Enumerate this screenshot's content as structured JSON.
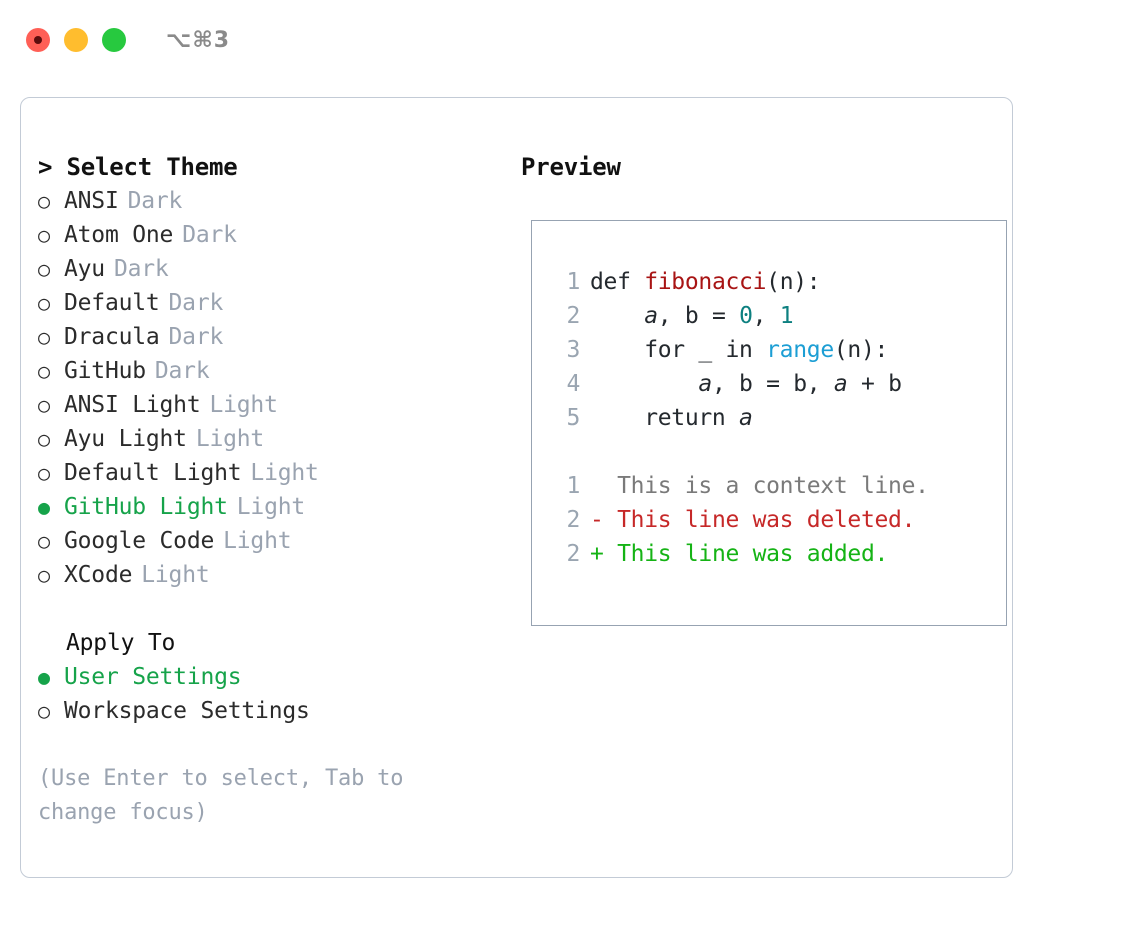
{
  "titlebar": {
    "shortcut": "⌥⌘3",
    "dots": [
      {
        "name": "close-button",
        "color": "#ff5f56"
      },
      {
        "name": "minimize-button",
        "color": "#ffbd2e"
      },
      {
        "name": "maximize-button",
        "color": "#27c93f"
      }
    ]
  },
  "theme_picker": {
    "heading": "> Select Theme",
    "marker_selected": "●",
    "marker_unselected": "○",
    "selected_theme": "GitHub Light",
    "items": [
      {
        "marker": "○",
        "name": "ANSI",
        "category": "Dark",
        "selected": false
      },
      {
        "marker": "○",
        "name": "Atom One",
        "category": "Dark",
        "selected": false
      },
      {
        "marker": "○",
        "name": "Ayu",
        "category": "Dark",
        "selected": false
      },
      {
        "marker": "○",
        "name": "Default",
        "category": "Dark",
        "selected": false
      },
      {
        "marker": "○",
        "name": "Dracula",
        "category": "Dark",
        "selected": false
      },
      {
        "marker": "○",
        "name": "GitHub",
        "category": "Dark",
        "selected": false
      },
      {
        "marker": "○",
        "name": "ANSI Light",
        "category": "Light",
        "selected": false
      },
      {
        "marker": "○",
        "name": "Ayu Light",
        "category": "Light",
        "selected": false
      },
      {
        "marker": "○",
        "name": "Default Light",
        "category": "Light",
        "selected": false
      },
      {
        "marker": "●",
        "name": "GitHub Light",
        "category": "Light",
        "selected": true
      },
      {
        "marker": "○",
        "name": "Google Code",
        "category": "Light",
        "selected": false
      },
      {
        "marker": "○",
        "name": "XCode",
        "category": "Light",
        "selected": false
      }
    ]
  },
  "apply_to": {
    "heading": "Apply To",
    "selected_option": "User Settings",
    "options": [
      {
        "marker": "●",
        "label": "User Settings",
        "selected": true
      },
      {
        "marker": "○",
        "label": "Workspace Settings",
        "selected": false
      }
    ]
  },
  "hint": "(Use Enter to select, Tab to change focus)",
  "preview": {
    "title": "Preview",
    "code_lines": [
      {
        "lineno": "1",
        "tokens": [
          {
            "text": "def ",
            "type": "plain"
          },
          {
            "text": "fibonacci",
            "type": "fn"
          },
          {
            "text": "(n):",
            "type": "plain"
          }
        ]
      },
      {
        "lineno": "2",
        "tokens": [
          {
            "text": "    ",
            "type": "plain"
          },
          {
            "text": "a",
            "type": "var"
          },
          {
            "text": ", ",
            "type": "plain"
          },
          {
            "text": "b",
            "type": "plain"
          },
          {
            "text": " = ",
            "type": "plain"
          },
          {
            "text": "0",
            "type": "num"
          },
          {
            "text": ", ",
            "type": "plain"
          },
          {
            "text": "1",
            "type": "num"
          }
        ]
      },
      {
        "lineno": "3",
        "tokens": [
          {
            "text": "    for _ in ",
            "type": "plain"
          },
          {
            "text": "range",
            "type": "kw"
          },
          {
            "text": "(n):",
            "type": "plain"
          }
        ]
      },
      {
        "lineno": "4",
        "tokens": [
          {
            "text": "        ",
            "type": "plain"
          },
          {
            "text": "a",
            "type": "var"
          },
          {
            "text": ", b = b, ",
            "type": "plain"
          },
          {
            "text": "a",
            "type": "var"
          },
          {
            "text": " + b",
            "type": "plain"
          }
        ]
      },
      {
        "lineno": "5",
        "tokens": [
          {
            "text": "    return ",
            "type": "plain"
          },
          {
            "text": "a",
            "type": "var"
          }
        ]
      }
    ],
    "diff_lines": [
      {
        "lineno": "1",
        "sign": " ",
        "text": "  This is a context line.",
        "type": "ctx"
      },
      {
        "lineno": "2",
        "sign": "-",
        "text": " This line was deleted.",
        "type": "del"
      },
      {
        "lineno": "2",
        "sign": "+",
        "text": " This line was added.",
        "type": "add"
      }
    ]
  },
  "colors": {
    "accent_green": "#16a34a",
    "muted": "#9aa3b0",
    "border": "#97a3b2",
    "panel_border": "#c3cbd6",
    "code_fn": "#a81414",
    "code_num": "#0d8080",
    "code_kw": "#1c9ed4",
    "diff_add": "#15b315",
    "diff_del": "#c62828"
  }
}
